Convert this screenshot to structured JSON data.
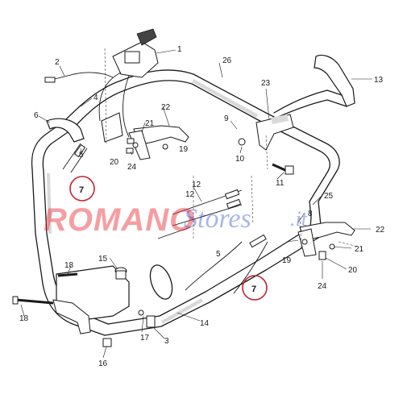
{
  "callouts": {
    "c1": "1",
    "c2": "2",
    "c3": "3",
    "c4": "4",
    "c5a": "5",
    "c5b": "5",
    "c6": "6",
    "c8": "8",
    "c9": "9",
    "c10": "10",
    "c11": "11",
    "c12a": "12",
    "c12b": "12",
    "c13": "13",
    "c14": "14",
    "c15": "15",
    "c16": "16",
    "c17": "17",
    "c18a": "18",
    "c18b": "18",
    "c19a": "19",
    "c19b": "19",
    "c20a": "20",
    "c20b": "20",
    "c21a": "21",
    "c21b": "21",
    "c22a": "22",
    "c22b": "22",
    "c23": "23",
    "c24a": "24",
    "c24b": "24",
    "c25": "25",
    "c26": "26"
  },
  "highlighted": {
    "h7a": "7",
    "h7b": "7",
    "circle_color": "#c4232b"
  },
  "watermark": {
    "brand": "ROMANO",
    "suffix_main": "Stores",
    "suffix_tld": ".it",
    "brand_color": "#e8292f",
    "suffix_color": "#2a45c8"
  }
}
